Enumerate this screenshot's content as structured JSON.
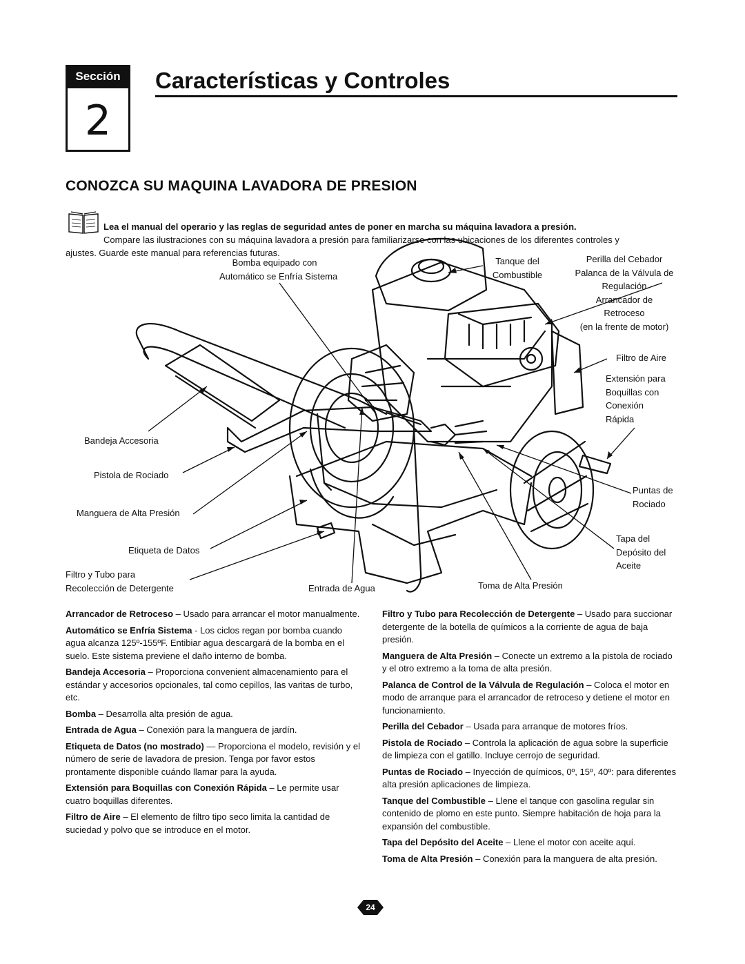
{
  "section": {
    "tab_label": "Sección",
    "number": "2",
    "title": "Características y Controles"
  },
  "heading": "CONOZCA SU MAQUINA LAVADORA DE PRESION",
  "intro": {
    "bold": "Lea el manual del operario y las reglas de seguridad antes de poner en marcha su máquina lavadora a presión.",
    "line1": "Compare las ilustraciones con su máquina lavadora a presión para familiarizarse con las ubicaciones de los diferentes controles y",
    "line2": "ajustes. Guarde este manual para referencias futuras."
  },
  "callouts": {
    "bomba_1": "Bomba equipado con",
    "bomba_2": "Automático se Enfría Sistema",
    "tanque_1": "Tanque del",
    "tanque_2": "Combustible",
    "perilla": "Perilla del Cebador",
    "palanca_1": "Palanca de la Válvula de",
    "palanca_2": "Regulación",
    "arrancador_1": "Arrancador de",
    "arrancador_2": "Retroceso",
    "arrancador_3": "(en la frente de motor)",
    "filtro_aire": "Filtro de Aire",
    "ext_1": "Extensión para",
    "ext_2": "Boquillas con",
    "ext_3": "Conexión",
    "ext_4": "Rápida",
    "bandeja": "Bandeja Accesoria",
    "pistola": "Pistola de Rociado",
    "manguera": "Manguera de Alta Presión",
    "etiqueta": "Etiqueta de Datos",
    "filtro_tubo_1": "Filtro y Tubo para",
    "filtro_tubo_2": "Recolección de Detergente",
    "entrada": "Entrada de Agua",
    "toma": "Toma de Alta Presión",
    "puntas_1": "Puntas de",
    "puntas_2": "Rociado",
    "tapa_1": "Tapa del",
    "tapa_2": "Depósito del",
    "tapa_3": "Aceite"
  },
  "left_column": [
    {
      "term": "Arrancador de Retroceso",
      "text": " – Usado para arrancar el motor manualmente."
    },
    {
      "term": "Automático se Enfría Sistema",
      "text": " - Los ciclos regan por bomba cuando agua alcanza 125º-155ºF. Entibiar agua descargará de la bomba en el suelo. Este sistema previene el daño interno de bomba."
    },
    {
      "term": "Bandeja Accesoria",
      "text": " – Proporciona convenient almacenamiento para el estándar y accesorios opcionales, tal como cepillos, las varitas de turbo, etc."
    },
    {
      "term": "Bomba",
      "text": " – Desarrolla alta presión de agua."
    },
    {
      "term": "Entrada de Agua",
      "text": " – Conexión para la manguera de jardín."
    },
    {
      "term": "Etiqueta de Datos (no mostrado)",
      "text": " — Proporciona el modelo, revisión y el número de serie de lavadora de presion. Tenga por favor estos prontamente disponible cuándo llamar para la ayuda."
    },
    {
      "term": "Extensión para Boquillas con Conexión Rápida",
      "text": " – Le permite usar cuatro boquillas diferentes."
    },
    {
      "term": "Filtro de Aire",
      "text": " – El elemento de filtro tipo seco limita la cantidad de suciedad y polvo que se introduce en el motor."
    }
  ],
  "right_column": [
    {
      "term": "Filtro y Tubo para Recolección de Detergente",
      "text": " – Usado para succionar detergente de la botella de químicos a la corriente de agua de baja presión."
    },
    {
      "term": "Manguera de Alta Presión",
      "text": " – Conecte un extremo a la pistola de rociado y el otro extremo a la toma de alta presión."
    },
    {
      "term": "Palanca de Control de la Válvula de Regulación",
      "text": " – Coloca el motor en modo de arranque para el arrancador de retroceso y detiene el motor en funcionamiento."
    },
    {
      "term": "Perilla del Cebador",
      "text": " – Usada para arranque de motores fríos."
    },
    {
      "term": "Pistola de Rociado",
      "text": " – Controla la aplicación de agua sobre la superficie de limpieza con el gatillo. Incluye cerrojo de seguridad."
    },
    {
      "term": "Puntas de Rociado",
      "text": " – Inyección de químicos, 0º, 15º, 40º: para diferentes alta presión aplicaciones de limpieza."
    },
    {
      "term": "Tanque del Combustible",
      "text": " – Llene el tanque con gasolina regular sin contenido de plomo en este punto. Siempre habitación de hoja para la expansión del combustible."
    },
    {
      "term": "Tapa del Depósito del Aceite",
      "text": " – Llene el motor con aceite aquí."
    },
    {
      "term": "Toma de Alta Presión",
      "text": " – Conexión para la manguera de alta presión."
    }
  ],
  "page_number": "24"
}
